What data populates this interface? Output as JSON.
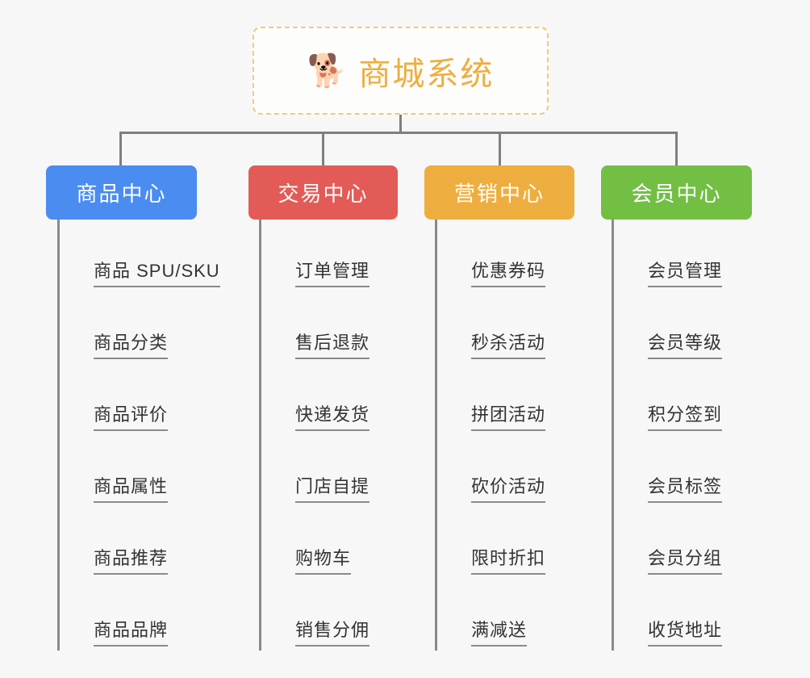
{
  "theme": {
    "canvas_bg": "#f7f7f7",
    "root_border": "#f3c979",
    "root_text": "#eeae3f",
    "connector": "#7f7f7f",
    "leaf_text": "#333333",
    "leaf_rule": "#8a8a8a"
  },
  "root": {
    "icon": "dog-face-emoji",
    "icon_glyph": "🐕",
    "title": "商城系统"
  },
  "branches": [
    {
      "title": "商品中心",
      "color": "#4a8cf0",
      "items": [
        "商品 SPU/SKU",
        "商品分类",
        "商品评价",
        "商品属性",
        "商品推荐",
        "商品品牌"
      ]
    },
    {
      "title": "交易中心",
      "color": "#e35b57",
      "items": [
        "订单管理",
        "售后退款",
        "快递发货",
        "门店自提",
        "购物车",
        "销售分佣"
      ]
    },
    {
      "title": "营销中心",
      "color": "#eeae3f",
      "items": [
        "优惠券码",
        "秒杀活动",
        "拼团活动",
        "砍价活动",
        "限时折扣",
        "满减送"
      ]
    },
    {
      "title": "会员中心",
      "color": "#72bf44",
      "items": [
        "会员管理",
        "会员等级",
        "积分签到",
        "会员标签",
        "会员分组",
        "收货地址"
      ]
    }
  ]
}
